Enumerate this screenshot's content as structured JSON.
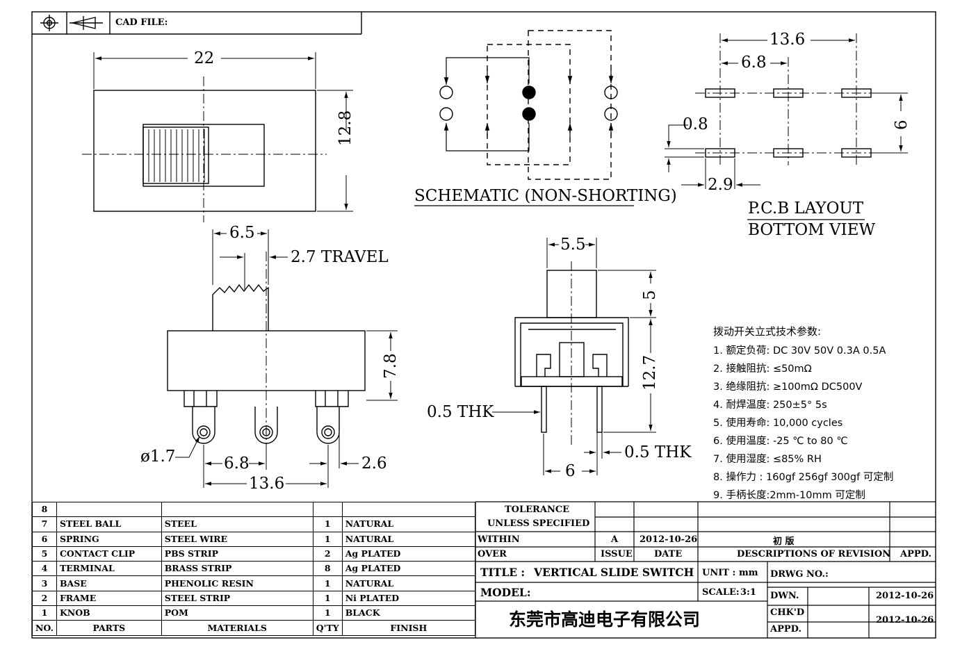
{
  "header": {
    "cad_file_label": "CAD FILE:"
  },
  "top_view": {
    "width_dim": "22",
    "height_dim": "12.8"
  },
  "schematic": {
    "title": "SCHEMATIC (NON-SHORTING)"
  },
  "pcb": {
    "dim_total": "13.6",
    "dim_pitch": "6.8",
    "dim_pad_h": "0.8",
    "dim_row": "6",
    "dim_pad_w": "2.9",
    "title_line1": "P.C.B LAYOUT",
    "title_line2": "BOTTOM VIEW"
  },
  "front_view": {
    "knob_width": "6.5",
    "travel": "2.7 TRAVEL",
    "body_height": "7.8",
    "hole_dia": "ø1.7",
    "pin_pitch": "6.8",
    "pin_total": "13.6",
    "pin_edge": "2.6"
  },
  "side_view": {
    "knob_width": "5.5",
    "knob_height": "5",
    "total_height": "12.7",
    "thickness_left": "0.5 THK",
    "thickness_right": "0.5 THK",
    "pin_spacing": "6"
  },
  "specs": {
    "title": "拨动开关立式技术参数:",
    "items": [
      "1. 额定负荷: DC 30V   50V   0.3A   0.5A",
      "2. 接触阻抗: ≤50mΩ",
      "3. 绝缘阻抗: ≥100mΩ  DC500V",
      "4. 耐焊温度: 250±5°  5s",
      "5. 使用寿命: 10,000 cycles",
      "6. 使用温度: -25 ℃  to 80 ℃",
      "7. 使用湿度: ≤85% RH",
      "8. 操作力 : 160gf   256gf   300gf  可定制",
      "9. 手柄长度:2mm-10mm  可定制"
    ]
  },
  "bom": {
    "rows": [
      {
        "no": "8",
        "part": "",
        "material": "",
        "qty": "",
        "finish": ""
      },
      {
        "no": "7",
        "part": "STEEL BALL",
        "material": "STEEL",
        "qty": "1",
        "finish": "NATURAL"
      },
      {
        "no": "6",
        "part": "SPRING",
        "material": "STEEL WIRE",
        "qty": "1",
        "finish": "NATURAL"
      },
      {
        "no": "5",
        "part": "CONTACT CLIP",
        "material": "PBS STRIP",
        "qty": "2",
        "finish": "Ag PLATED"
      },
      {
        "no": "4",
        "part": "TERMINAL",
        "material": "BRASS STRIP",
        "qty": "8",
        "finish": "Ag PLATED"
      },
      {
        "no": "3",
        "part": "BASE",
        "material": "PHENOLIC RESIN",
        "qty": "1",
        "finish": "NATURAL"
      },
      {
        "no": "2",
        "part": "FRAME",
        "material": "STEEL STRIP",
        "qty": "1",
        "finish": "Ni PLATED"
      },
      {
        "no": "1",
        "part": "KNOB",
        "material": "POM",
        "qty": "1",
        "finish": "BLACK"
      }
    ],
    "headers": {
      "no": "NO.",
      "part": "PARTS",
      "material": "MATERIALS",
      "qty": "Q'TY",
      "finish": "FINISH"
    }
  },
  "revision": {
    "tolerance_line1": "TOLERANCE",
    "tolerance_line2": "UNLESS  SPECIFIED",
    "within": "WITHIN",
    "over": "OVER",
    "issue": "A",
    "date": "2012-10-26",
    "description": "初 版",
    "col_issue": "ISSUE",
    "col_date": "DATE",
    "col_desc": "DESCRIPTIONS OF REVISION",
    "col_appd": "APPD."
  },
  "title_block": {
    "title_label": "TITLE :",
    "title_value": "VERTICAL SLIDE SWITCH",
    "model_label": "MODEL:",
    "unit_label": "UNIT :",
    "unit_value": "mm",
    "scale_label": "SCALE:",
    "scale_value": "3:1",
    "drwg_label": "DRWG NO.:",
    "dwn_label": "DWN.",
    "dwn_date": "2012-10-26",
    "chkd_label": "CHK'D",
    "chkd_date": "2012-10-26",
    "appd_label": "APPD.",
    "company": "东莞市高迪电子有限公司"
  }
}
